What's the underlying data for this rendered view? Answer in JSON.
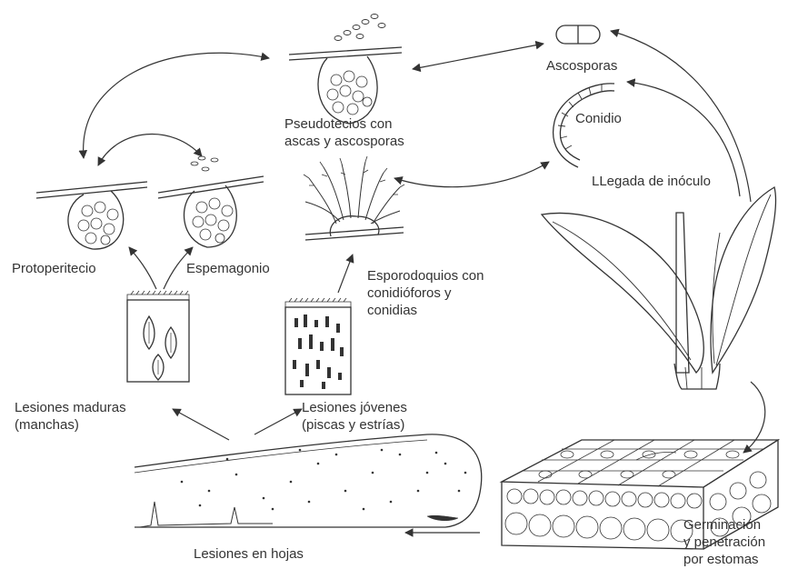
{
  "labels": {
    "pseudotecios": [
      "Pseudotecios con",
      "ascas y ascosporas"
    ],
    "ascosporas": "Ascosporas",
    "conidio": "Conidio",
    "llegada": "LLegada de inóculo",
    "protoperitecio": "Protoperitecio",
    "espermagonio": "Espemagonio",
    "esporodoquios": [
      "Esporodoquios con",
      "conidióforos y",
      "conidias"
    ],
    "lesiones_maduras": [
      "Lesiones maduras",
      "(manchas)"
    ],
    "lesiones_jovenes": [
      "Lesiones jóvenes",
      "(piscas y estrías)"
    ],
    "lesiones_hojas": "Lesiones en hojas",
    "germinacion": [
      "Germinación",
      "y penetración",
      "por estomas"
    ]
  },
  "colors": {
    "ink": "#333333",
    "background": "#ffffff"
  }
}
